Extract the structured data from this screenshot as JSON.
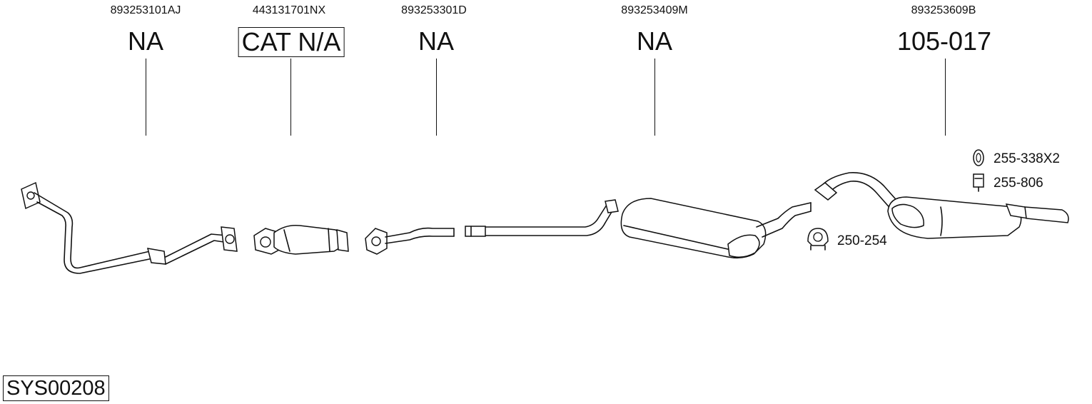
{
  "parts": [
    {
      "oem": "893253101AJ",
      "ref": "NA",
      "boxed": false
    },
    {
      "oem": "443131701NX",
      "ref": "CAT N/A",
      "boxed": true
    },
    {
      "oem": "893253301D",
      "ref": "NA",
      "boxed": false
    },
    {
      "oem": "893253409M",
      "ref": "NA",
      "boxed": false
    },
    {
      "oem": "893253609B",
      "ref": "105-017",
      "boxed": false
    }
  ],
  "accessories": {
    "rubber_ring": "255-338X2",
    "hanger": "255-806",
    "clamp": "250-254"
  },
  "system_code": "SYS00208"
}
